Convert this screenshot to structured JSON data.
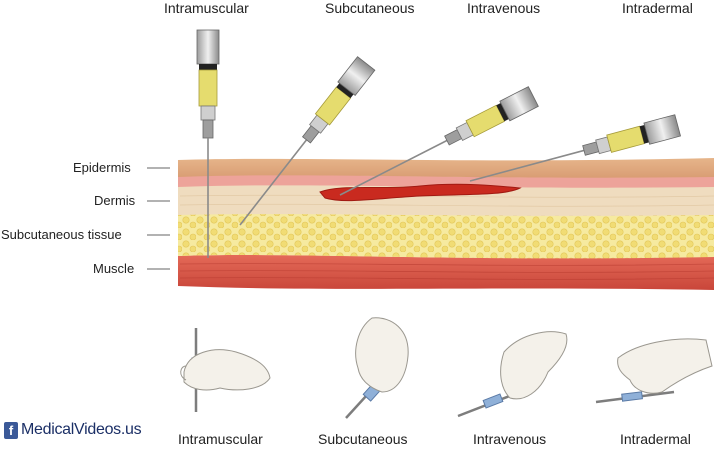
{
  "top_labels": {
    "intramuscular": "Intramuscular",
    "subcutaneous": "Subcutaneous",
    "intravenous": "Intravenous",
    "intradermal": "Intradermal"
  },
  "layers": {
    "epidermis": "Epidermis",
    "dermis": "Dermis",
    "subcutaneous_tissue": "Subcutaneous tissue",
    "muscle": "Muscle"
  },
  "bottom_labels": {
    "intramuscular": "Intramuscular",
    "subcutaneous": "Subcutaneous",
    "intravenous": "Intravenous",
    "intradermal": "Intradermal"
  },
  "brand": {
    "icon": "f",
    "text": "MedicalVideos.us"
  },
  "colors": {
    "epidermis": "#d9a57a",
    "dermis": "#f0dfc4",
    "subcutaneous": "#f4e493",
    "muscle": "#d9584a",
    "vein": "#c8221a",
    "syringe_fluid": "#e8e070",
    "brand": "#3b5998"
  }
}
